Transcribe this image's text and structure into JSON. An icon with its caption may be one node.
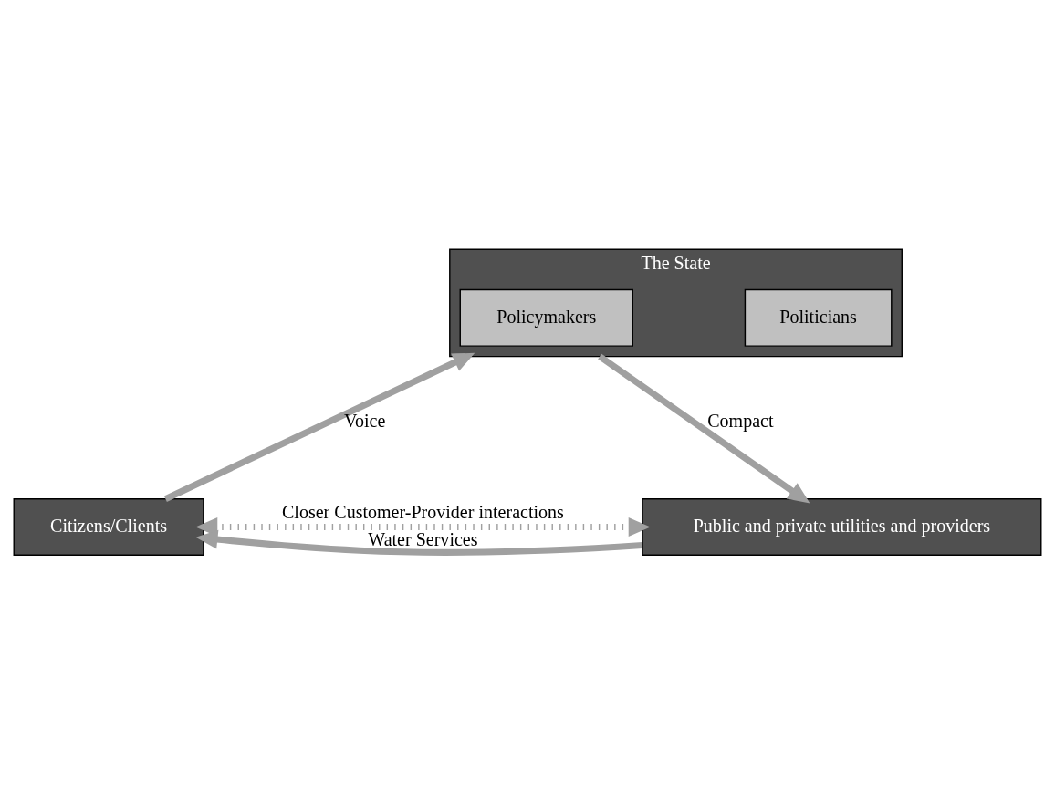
{
  "diagram": {
    "nodes": [
      {
        "text": [
          "The State"
        ]
      },
      {
        "text": [
          "Politicians"
        ],
        "in": 0
      },
      {
        "text": [
          "Policymakers"
        ],
        "in": 0
      },
      {
        "text": [
          "Citizens/Clients"
        ]
      },
      {
        "text": [
          "Public and private utilities and providers"
        ]
      }
    ],
    "edges": [
      {
        "from": 3,
        "to": 0,
        "arrow": "to",
        "label": "Voice"
      },
      {
        "from": 0,
        "to": 4,
        "arrow": "to",
        "label": "Compact"
      },
      {
        "from": 4,
        "to": 3,
        "arrow": "to",
        "label": "Water Services"
      },
      {
        "from": 3,
        "to": 4,
        "arrow": "both",
        "label": "Closer Customer-Provider interactions",
        "style": "dashed"
      }
    ]
  }
}
